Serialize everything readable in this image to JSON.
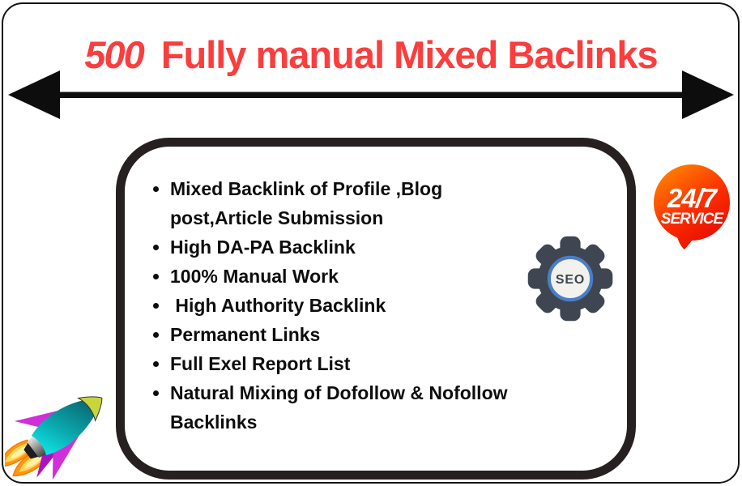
{
  "title": {
    "quantity": "500",
    "text": "Fully manual Mixed Baclinks"
  },
  "features": [
    "Mixed Backlink of Profile ,Blog\npost,Article Submission",
    "High DA-PA Backlink",
    "100% Manual Work",
    " High Authority Backlink",
    "Permanent Links",
    "Full Exel Report List",
    "Natural Mixing of Dofollow & Nofollow\nBacklinks"
  ],
  "gear": {
    "label": "SEO"
  },
  "badge": {
    "line1": "24/7",
    "line2": "SERVICE"
  },
  "colors": {
    "title_red": "#fa3e3e",
    "arrow_black": "#0d0d0d",
    "panel_border": "#262020",
    "gear_slate": "#3f4652",
    "gear_blue": "#4a7ec5",
    "gear_face": "#f2f1ee",
    "badge_orange": "#ff8300",
    "badge_red": "#e60c00",
    "rocket_teal_dark": "#0a5560",
    "rocket_teal_bright": "#0ee9e9",
    "rocket_nose_lime": "#c9d63b",
    "rocket_fin_magenta": "#d02fd9",
    "flame_orange": "#ff9714",
    "flame_yellow": "#ffd957"
  }
}
